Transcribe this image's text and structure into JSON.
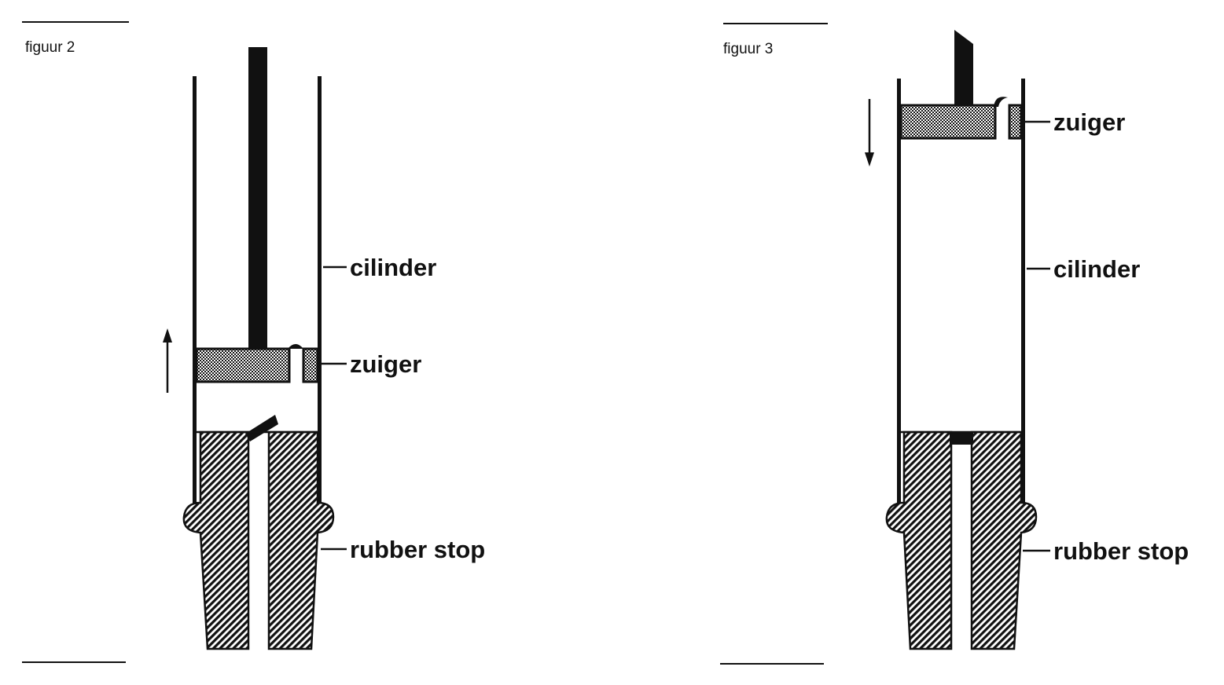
{
  "figures": [
    {
      "title": "figuur 2",
      "labels": {
        "cylinder": "cilinder",
        "piston": "zuiger",
        "stopper": "rubber stop"
      },
      "motion": "up"
    },
    {
      "title": "figuur 3",
      "labels": {
        "piston": "zuiger",
        "cylinder": "cilinder",
        "stopper": "rubber stop"
      },
      "motion": "down"
    }
  ],
  "colors": {
    "ink": "#111111",
    "background": "#ffffff"
  }
}
